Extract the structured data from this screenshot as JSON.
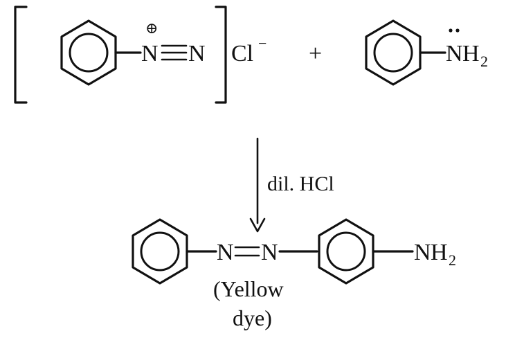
{
  "reactant_1": {
    "cation_atom_1": "N",
    "cation_charge": "⊕",
    "triple_bond": "≡",
    "cation_atom_2": "N",
    "counter_ion": "Cl",
    "counter_ion_charge": "−"
  },
  "plus_sign": "+",
  "reactant_2": {
    "amine_N": "N",
    "amine_H": "H",
    "amine_subscript": "2"
  },
  "reaction_arrow": {
    "condition": "dil. HCl"
  },
  "product": {
    "azo_atom_1": "N",
    "double_bond": "=",
    "azo_atom_2": "N",
    "amine_N": "N",
    "amine_H": "H",
    "amine_subscript": "2",
    "label_line_1": "(Yellow",
    "label_line_2": "dye)"
  },
  "colors": {
    "ink": "#111111",
    "background": "#ffffff"
  }
}
